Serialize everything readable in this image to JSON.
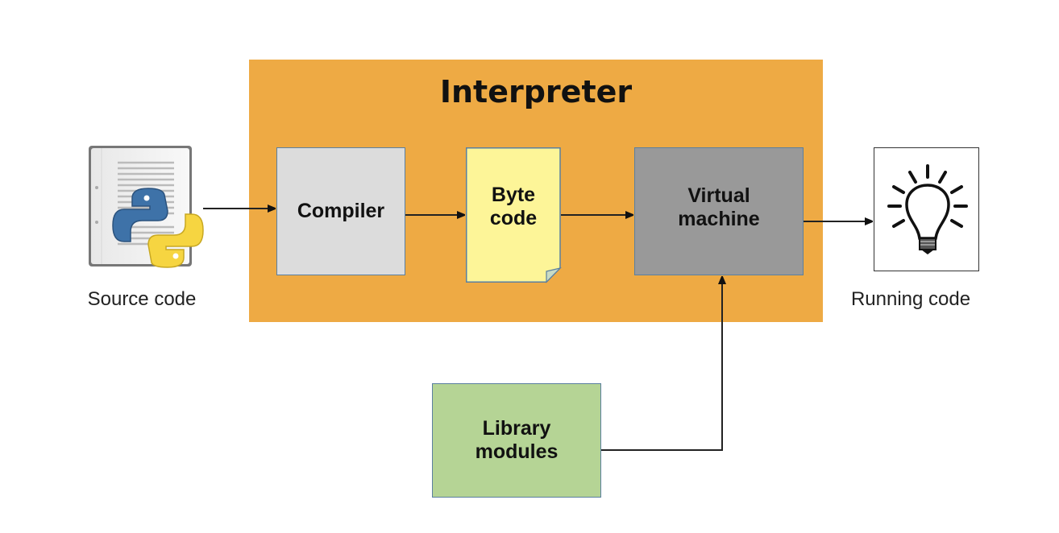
{
  "diagram": {
    "interpreter_title": "Interpreter",
    "nodes": {
      "source": {
        "label": "Source code",
        "icon": "python-document-icon"
      },
      "compiler": {
        "label": "Compiler"
      },
      "bytecode": {
        "line1": "Byte",
        "line2": "code"
      },
      "vm": {
        "line1": "Virtual",
        "line2": "machine"
      },
      "running": {
        "label": "Running code",
        "icon": "lightbulb-icon"
      },
      "library": {
        "line1": "Library",
        "line2": "modules"
      }
    },
    "edges": [
      {
        "from": "Source code",
        "to": "Compiler"
      },
      {
        "from": "Compiler",
        "to": "Byte code"
      },
      {
        "from": "Byte code",
        "to": "Virtual machine"
      },
      {
        "from": "Virtual machine",
        "to": "Running code"
      },
      {
        "from": "Library modules",
        "to": "Virtual machine"
      }
    ],
    "colors": {
      "interpreter": "#eeaa44",
      "compiler": "#dcdcdc",
      "bytecode": "#fdf598",
      "vm": "#999999",
      "library": "#b5d495"
    }
  }
}
